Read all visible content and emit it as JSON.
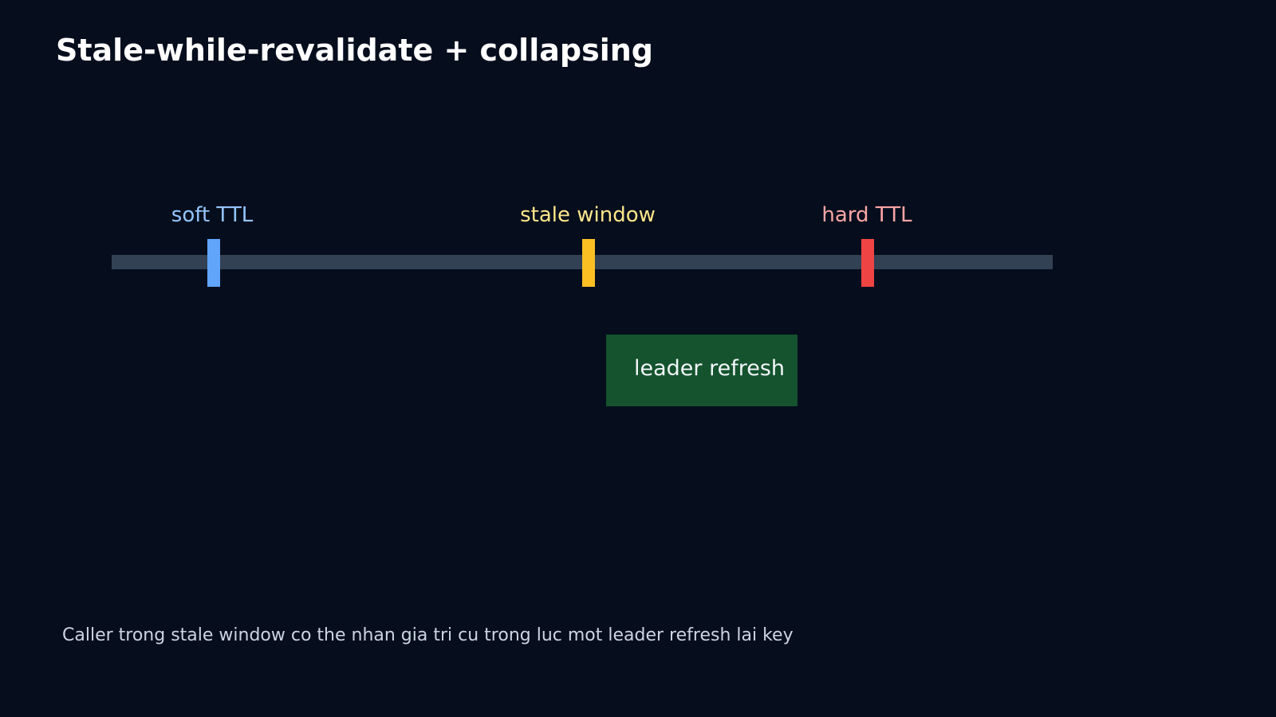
{
  "title": "Stale-while-revalidate + collapsing",
  "timeline": {
    "markers": [
      {
        "label": "soft TTL",
        "color": "#60a5fa",
        "label_color": "#93c5fd"
      },
      {
        "label": "stale window",
        "color": "#fbbf24",
        "label_color": "#fde68a"
      },
      {
        "label": "hard TTL",
        "color": "#ef4444",
        "label_color": "#fca5a5"
      }
    ],
    "track_color": "#334155"
  },
  "refresh_box": {
    "label": "leader refresh",
    "color": "#14532d"
  },
  "caption": "Caller trong stale window co the nhan gia tri cu trong luc mot leader refresh lai key"
}
